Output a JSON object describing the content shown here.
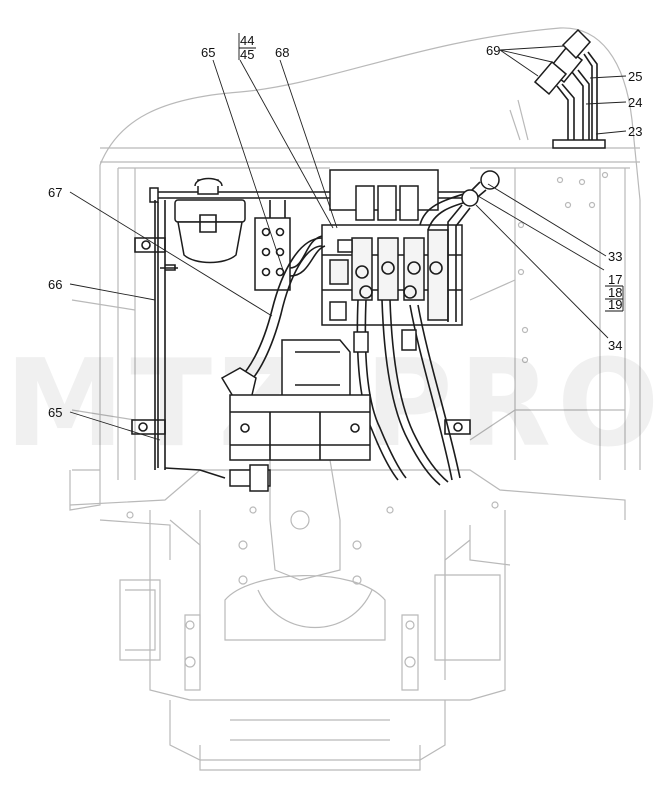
{
  "watermark": "MTZ-PRO",
  "callouts": {
    "c65a": "65",
    "c44": "44",
    "c45": "45",
    "c68": "68",
    "c69": "69",
    "c25": "25",
    "c24": "24",
    "c23": "23",
    "c67": "67",
    "c66": "66",
    "c65b": "65",
    "c33": "33",
    "c17": "17",
    "c18": "18",
    "c19": "19",
    "c34": "34"
  }
}
